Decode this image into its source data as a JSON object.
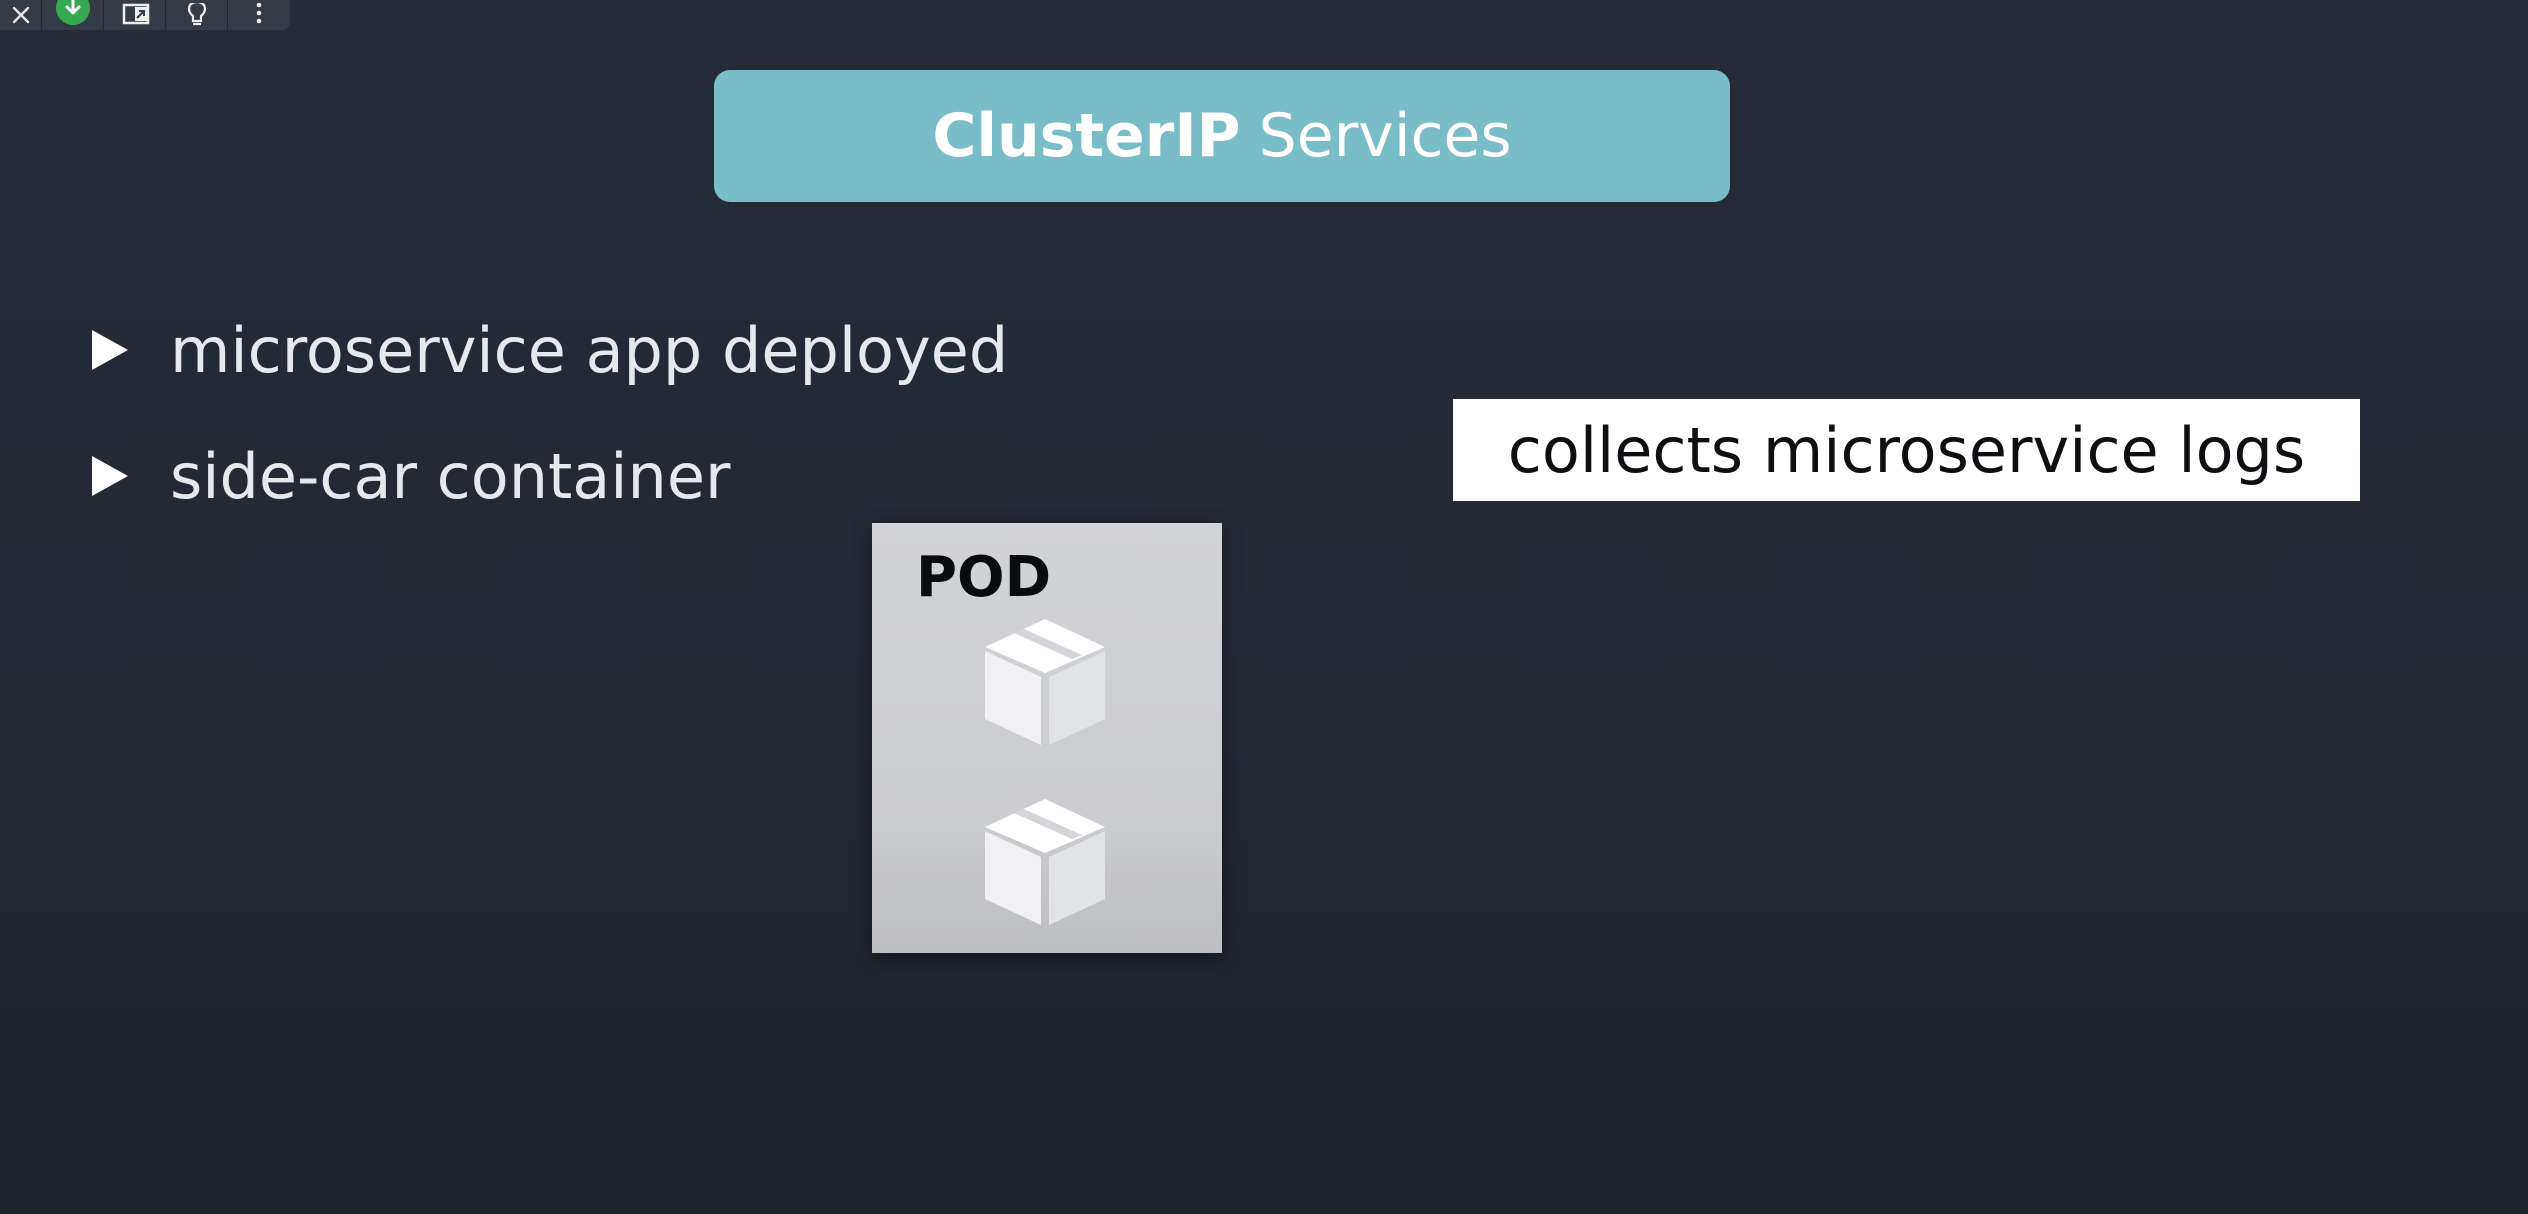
{
  "toolbar": {
    "buttons": [
      {
        "icon": "close-icon"
      },
      {
        "icon": "download-icon",
        "color": "#34a853"
      },
      {
        "icon": "open-external-icon"
      },
      {
        "icon": "bulb-icon"
      },
      {
        "icon": "more-vertical-icon"
      }
    ]
  },
  "slide": {
    "title_bold": "ClusterIP",
    "title_rest": "Services",
    "title_color": "#79bdc9",
    "bullets": [
      "microservice app deployed",
      "side-car container"
    ],
    "callout": "collects microservice logs",
    "pod_label": "POD",
    "pod_containers": [
      "container-icon",
      "container-icon"
    ]
  }
}
